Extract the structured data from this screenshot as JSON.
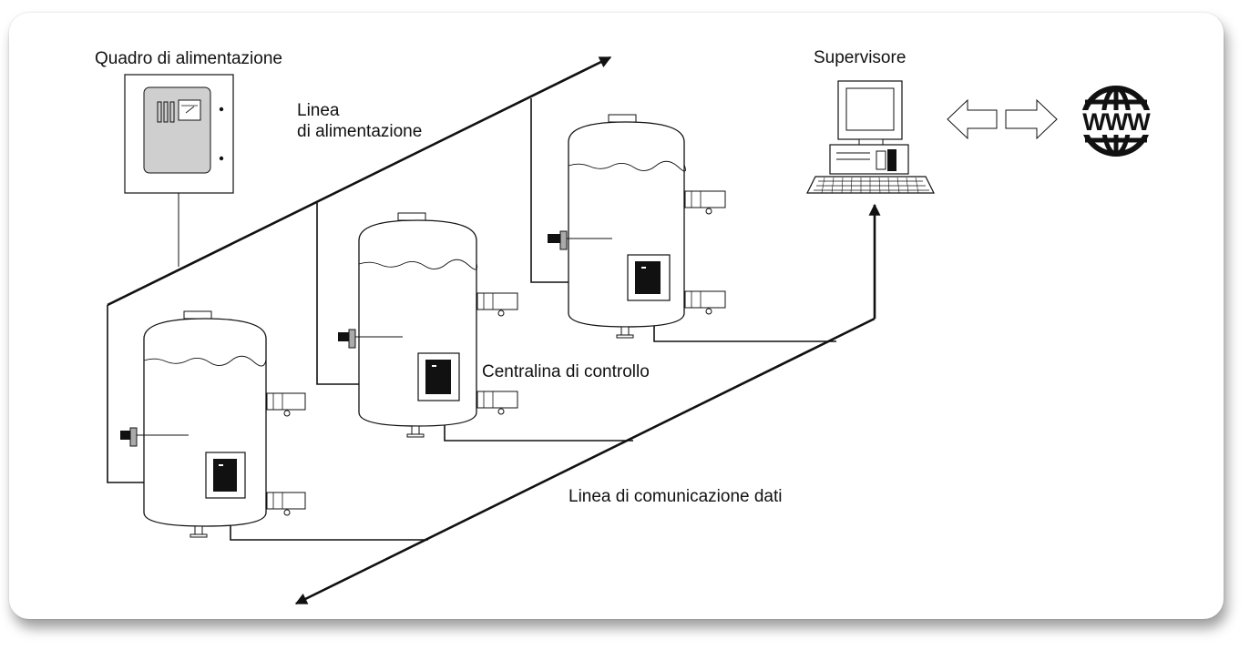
{
  "labels": {
    "power_panel": "Quadro di alimentazione",
    "power_line": "Linea\ndi alimentazione",
    "control_unit": "Centralina di controllo",
    "data_line": "Linea di comunicazione dati",
    "supervisor": "Supervisore",
    "internet": "WWW"
  },
  "colors": {
    "line": "#111111",
    "panel_screen": "#cfcfcf",
    "control_box": "#111111"
  }
}
